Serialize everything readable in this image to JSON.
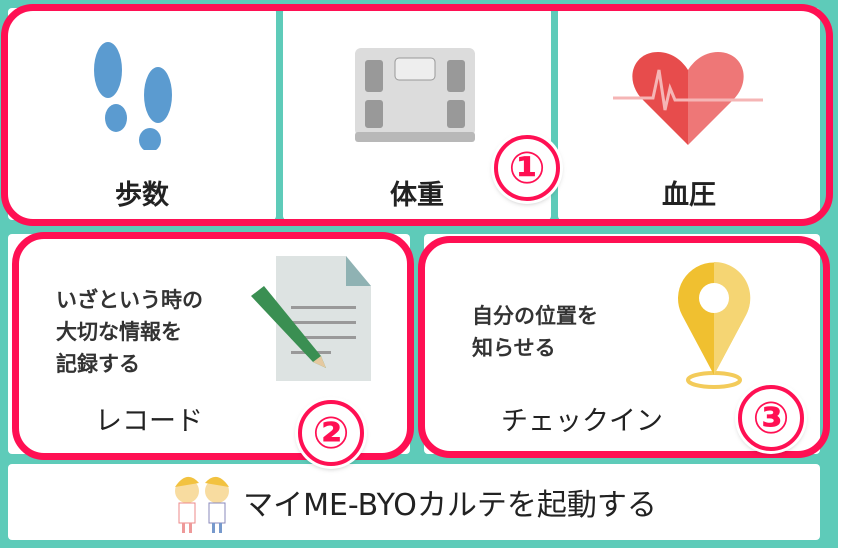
{
  "tiles": {
    "steps": {
      "label": "歩数",
      "icon": "footprints-icon"
    },
    "weight": {
      "label": "体重",
      "icon": "scale-icon"
    },
    "blood_pressure": {
      "label": "血圧",
      "icon": "heart-pulse-icon"
    }
  },
  "record": {
    "description": [
      "いざという時の",
      "大切な情報を",
      "記録する"
    ],
    "label": "レコード",
    "icon": "document-pencil-icon"
  },
  "checkin": {
    "description": [
      "自分の位置を",
      "知らせる"
    ],
    "label": "チェックイン",
    "icon": "map-pin-icon"
  },
  "launch": {
    "label": "マイME-BYOカルテを起動する",
    "icon": "mascot-icon"
  },
  "badges": [
    "①",
    "②",
    "③"
  ],
  "colors": {
    "background": "#5ecbb9",
    "annotation": "#ff1053"
  }
}
